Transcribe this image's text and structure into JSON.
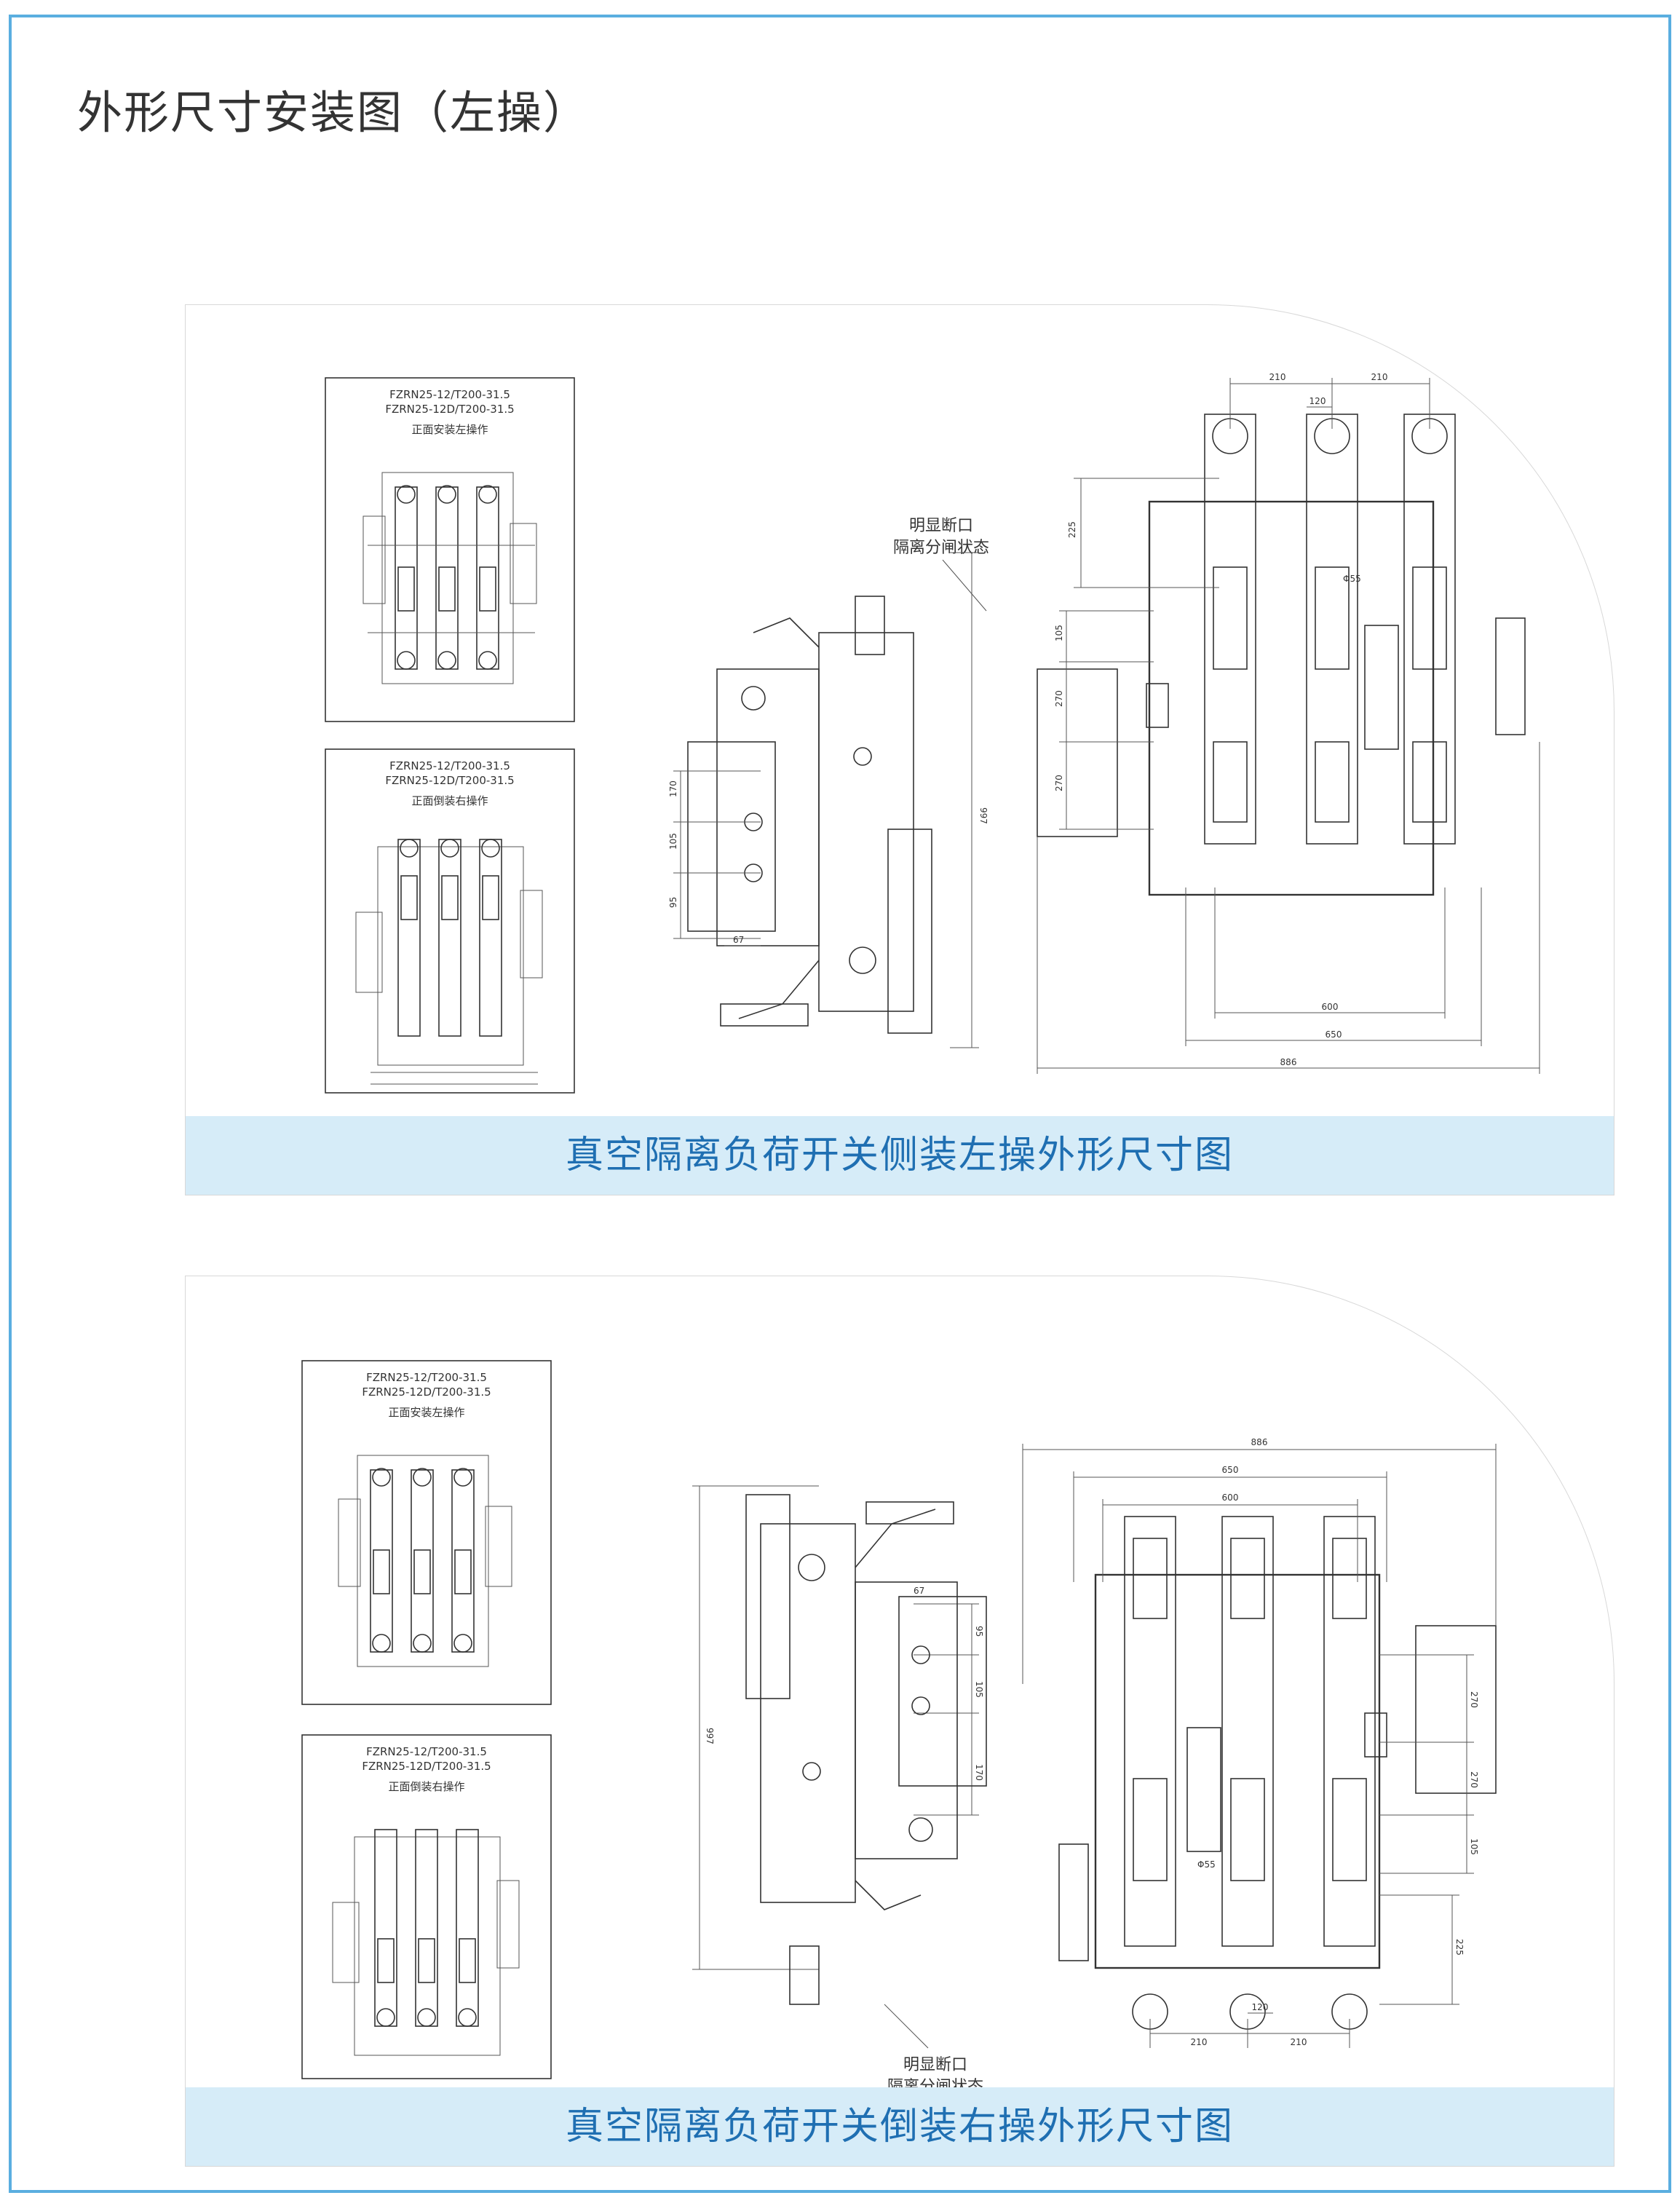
{
  "page": {
    "title": "外形尺寸安装图（左操）"
  },
  "section1": {
    "caption": "真空隔离负荷开关侧装左操外形尺寸图",
    "thumb1": {
      "model1": "FZRN25-12/T200-31.5",
      "model2": "FZRN25-12D/T200-31.5",
      "label": "正面安装左操作"
    },
    "thumb2": {
      "model1": "FZRN25-12/T200-31.5",
      "model2": "FZRN25-12D/T200-31.5",
      "label": "正面倒装右操作"
    },
    "note": {
      "line1": "明显断口",
      "line2": "隔离分闸状态"
    },
    "side_dims": {
      "height": "997",
      "d170": "170",
      "d105": "105",
      "d95": "95",
      "d67": "67"
    },
    "front_dims": {
      "top1": "210",
      "top2": "210",
      "d120": "120",
      "d225": "225",
      "d105": "105",
      "d270a": "270",
      "d270b": "270",
      "phi": "Φ55",
      "w600": "600",
      "w650": "650",
      "w886": "886"
    }
  },
  "section2": {
    "caption": "真空隔离负荷开关倒装右操外形尺寸图",
    "thumb1": {
      "model1": "FZRN25-12/T200-31.5",
      "model2": "FZRN25-12D/T200-31.5",
      "label": "正面安装左操作"
    },
    "thumb2": {
      "model1": "FZRN25-12/T200-31.5",
      "model2": "FZRN25-12D/T200-31.5",
      "label": "正面倒装右操作"
    },
    "note": {
      "line1": "明显断口",
      "line2": "隔离分闸状态"
    },
    "side_dims": {
      "height": "997",
      "d170": "170",
      "d105": "105",
      "d95": "95",
      "d67": "67"
    },
    "front_dims": {
      "w886": "886",
      "w650": "650",
      "w600": "600",
      "d270a": "270",
      "d270b": "270",
      "d105": "105",
      "d225": "225",
      "d120": "120",
      "bot1": "210",
      "bot2": "210",
      "phi": "Φ55"
    }
  }
}
